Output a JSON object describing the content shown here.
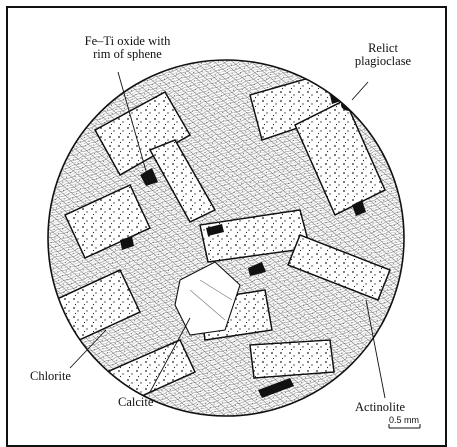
{
  "labels": {
    "fe_ti_oxide_line1": "Fe–Ti oxide with",
    "fe_ti_oxide_line2": "rim of sphene",
    "relict_plagioclase_line1": "Relict",
    "relict_plagioclase_line2": "plagioclase",
    "chlorite": "Chlorite",
    "calcite": "Calcite",
    "actinolite": "Actinolite"
  },
  "scale_bar": {
    "text": "0.5 mm"
  },
  "colors": {
    "ink": "#111111",
    "background": "#ffffff",
    "paper": "#ffffff"
  }
}
